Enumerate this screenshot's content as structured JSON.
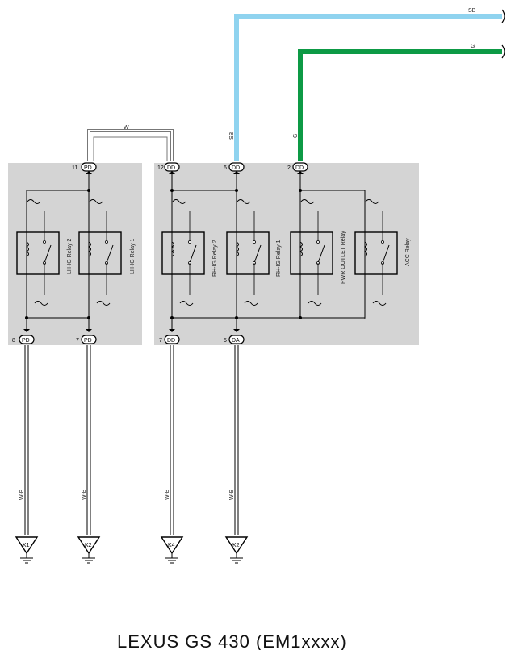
{
  "wires": {
    "sb_top": "SB",
    "g_top": "G",
    "sb_vertical": "SB",
    "g_vertical": "G",
    "w_link": "W",
    "ground_color": "W-B",
    "sb_color": "#8fd3ef",
    "g_color": "#0d9a45"
  },
  "connectors": {
    "pd_top": {
      "pin": "11",
      "code": "PD"
    },
    "dd_12": {
      "pin": "12",
      "code": "DD"
    },
    "dd_6": {
      "pin": "6",
      "code": "DD"
    },
    "dd_2": {
      "pin": "2",
      "code": "DD"
    },
    "pd_8": {
      "pin": "8",
      "code": "PD"
    },
    "pd_7": {
      "pin": "7",
      "code": "PD"
    },
    "dd_7": {
      "pin": "7",
      "code": "DD"
    },
    "da_5": {
      "pin": "5",
      "code": "DA"
    }
  },
  "relays": {
    "lh2": "LH-IG Relay 2",
    "lh1": "LH-IG Relay 1",
    "rh2": "RH-IG Relay 2",
    "rh1": "RH-IG Relay 1",
    "pwr": "PWR OUTLET Relay",
    "acc": "ACC Relay"
  },
  "grounds": {
    "g1": "K1",
    "g2": "K2",
    "g3": "K4",
    "g4": "K2"
  },
  "footer": {
    "text": "LEXUS  GS 430 (EM1xxxx)"
  },
  "colors": {
    "box_fill": "#d4d4d4"
  }
}
